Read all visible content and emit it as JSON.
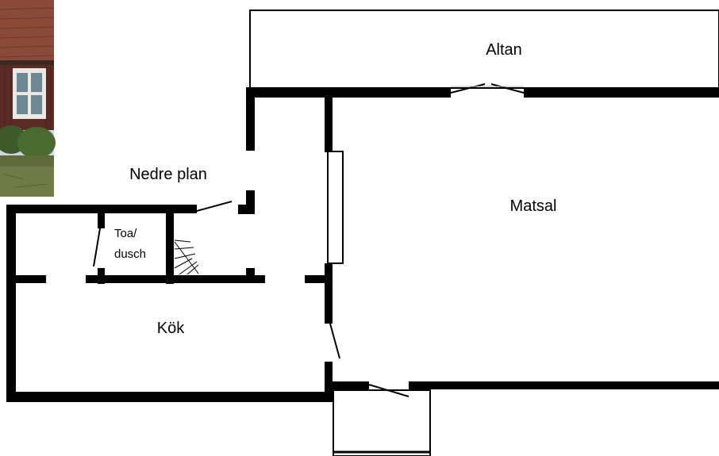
{
  "floorplan": {
    "labels": {
      "altan": "Altan",
      "nedre_plan": "Nedre plan",
      "matsal": "Matsal",
      "toa_line1": "Toa/",
      "toa_line2": "dusch",
      "kok": "Kök"
    },
    "photo": {
      "subject": "house-corner-photo",
      "colors": {
        "roof": "#8a4a3a",
        "wall": "#5a2b24",
        "window_frame": "#e8e8e4",
        "grass": "#5f6b3a",
        "sky": "#c9d6dc"
      }
    },
    "colors": {
      "wall": "#000000",
      "background": "#ffffff"
    }
  }
}
